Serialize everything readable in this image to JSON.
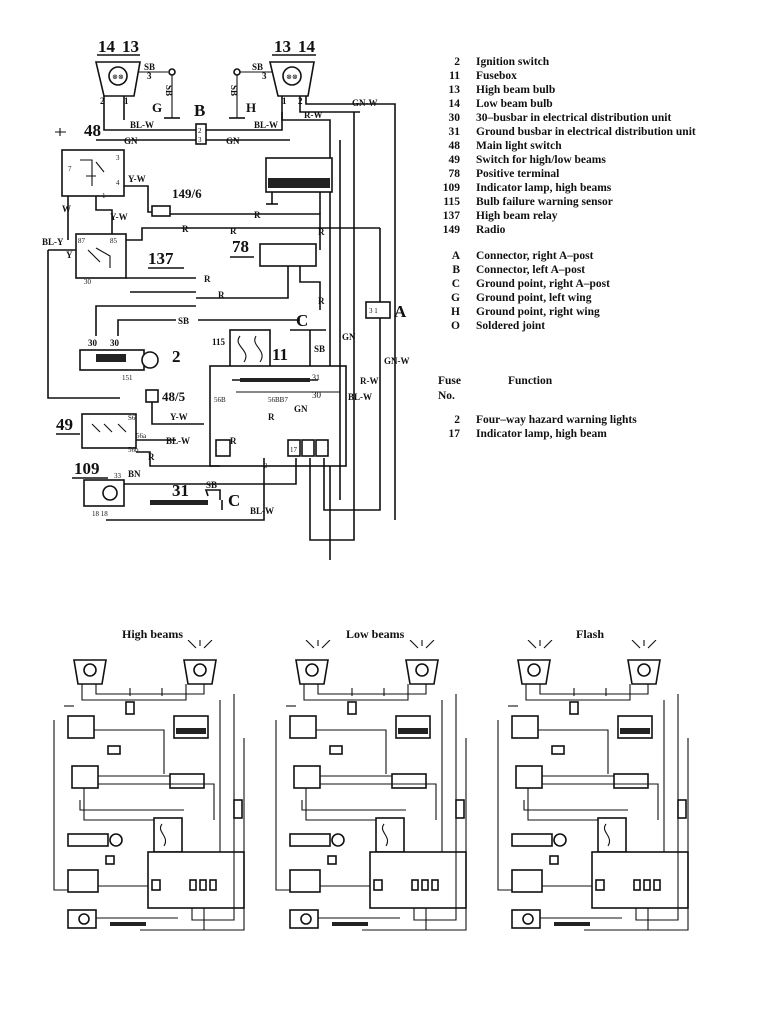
{
  "main_diagram": {
    "component_numbers": {
      "c14_left": "14",
      "c13_left": "13",
      "c13_right": "13",
      "c14_right": "14",
      "c48": "48",
      "c149_6": "149/6",
      "c137": "137",
      "c78": "78",
      "c11": "11",
      "c2": "2",
      "c48_5": "48/5",
      "c49": "49",
      "c109": "109",
      "c31": "31",
      "c115": "115"
    },
    "connector_letters": {
      "B": "B",
      "G": "G",
      "H": "H",
      "C_top": "C",
      "C_bottom": "C",
      "A": "A"
    },
    "wire_labels": {
      "sb1": "SB",
      "sb2": "SB",
      "sb3": "SB",
      "sb4": "SB",
      "sb5": "SB",
      "sb6": "SB",
      "sb7": "SB",
      "blw1": "BL-W",
      "blw2": "BL-W",
      "blw3": "BL-W",
      "blw4": "BL-W",
      "gn1": "GN",
      "gn2": "GN",
      "gn3": "GN",
      "gn4": "GN",
      "gnw1": "GN-W",
      "gnw2": "GN-W",
      "rw1": "R-W",
      "rw2": "R-W",
      "yw1": "Y-W",
      "yw2": "Y-W",
      "yw3": "Y-W",
      "w1": "W",
      "bly": "BL-Y",
      "y1": "Y",
      "r1": "R",
      "r2": "R",
      "r3": "R",
      "r4": "R",
      "r5": "R",
      "r6": "R",
      "r7": "R",
      "r8": "R",
      "r9": "R",
      "r10": "R",
      "bn": "BN"
    },
    "pin_labels": {
      "p3a": "3",
      "p2a": "2",
      "p1a": "1",
      "p3b": "3",
      "p2b": "2",
      "p1b": "1",
      "p30a": "30",
      "p30b": "30",
      "p87": "87",
      "p85": "85",
      "p151": "151",
      "p30c": "30",
      "p31": "31",
      "p56b": "56B",
      "p56bb": "56BB7",
      "p17": "17",
      "p2fuse": "2",
      "p33": "33",
      "p1818": "18 18",
      "p56": "S6",
      "p56a": "56a",
      "p56_2": "56b"
    }
  },
  "legend": [
    {
      "code": "2",
      "text": "Ignition switch"
    },
    {
      "code": "11",
      "text": "Fusebox"
    },
    {
      "code": "13",
      "text": "High beam bulb"
    },
    {
      "code": "14",
      "text": "Low beam bulb"
    },
    {
      "code": "30",
      "text": "30–busbar in electrical distribution unit"
    },
    {
      "code": "31",
      "text": "Ground busbar in electrical distribution unit"
    },
    {
      "code": "48",
      "text": "Main light switch"
    },
    {
      "code": "49",
      "text": "Switch for high/low beams"
    },
    {
      "code": "78",
      "text": "Positive terminal"
    },
    {
      "code": "109",
      "text": "Indicator lamp, high beams"
    },
    {
      "code": "115",
      "text": "Bulb failure warning sensor"
    },
    {
      "code": "137",
      "text": "High beam relay"
    },
    {
      "code": "149",
      "text": "Radio"
    }
  ],
  "legend_letters": [
    {
      "code": "A",
      "text": "Connector, right A–post"
    },
    {
      "code": "B",
      "text": "Connector, left A–post"
    },
    {
      "code": "C",
      "text": "Ground point, right A–post"
    },
    {
      "code": "G",
      "text": "Ground point, left wing"
    },
    {
      "code": "H",
      "text": "Ground point, right wing"
    },
    {
      "code": "O",
      "text": "Soldered joint"
    }
  ],
  "fuse_table": {
    "header_fuse": "Fuse",
    "header_no": "No.",
    "header_function": "Function",
    "rows": [
      {
        "no": "2",
        "function": "Four–way hazard warning lights"
      },
      {
        "no": "17",
        "function": "Indicator lamp, high beam"
      }
    ]
  },
  "small_diagrams": {
    "titles": [
      "High beams",
      "Low beams",
      "Flash"
    ]
  }
}
